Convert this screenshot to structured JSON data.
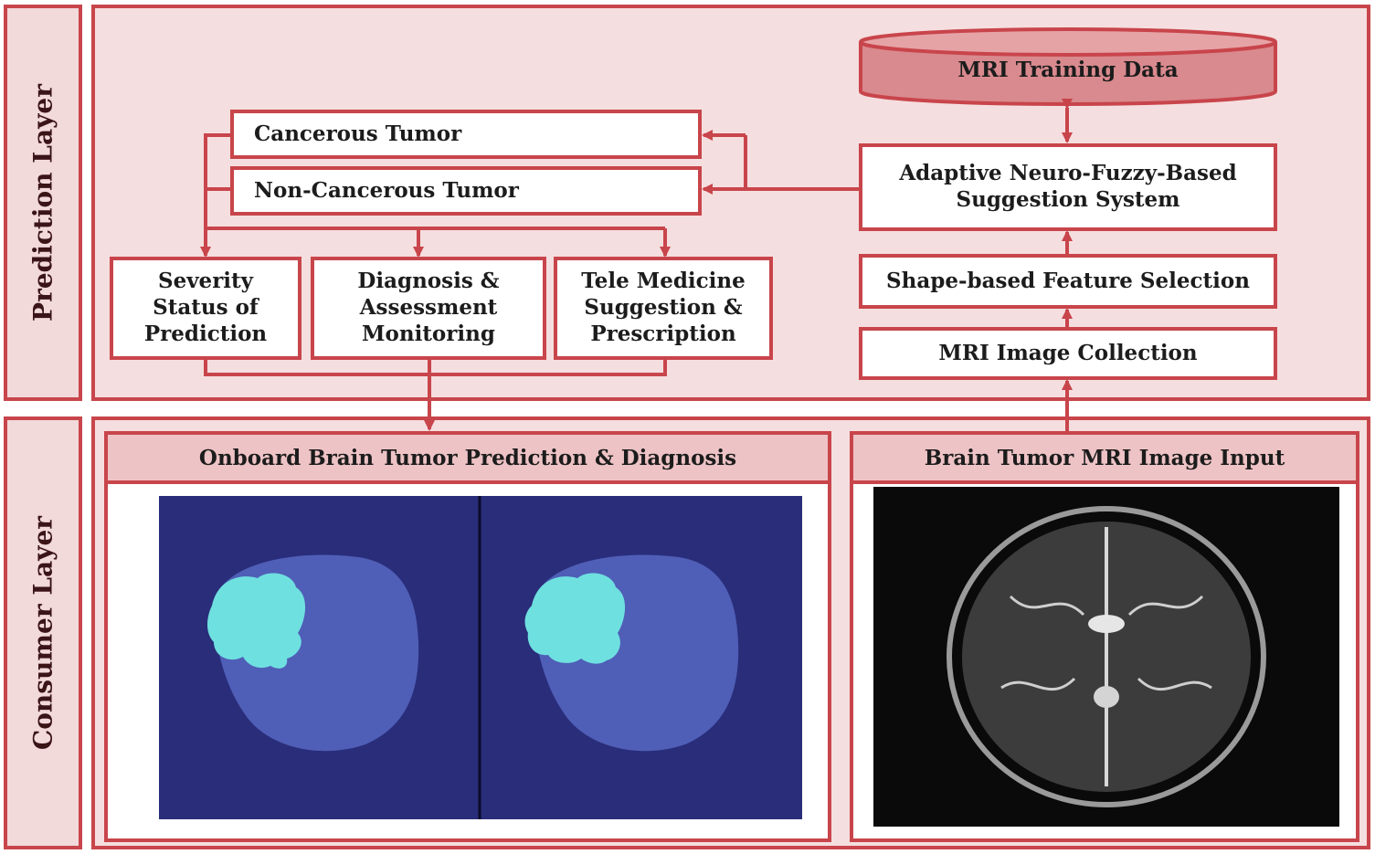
{
  "layers": {
    "prediction_label": "Prediction Layer",
    "consumer_label": "Consumer Layer"
  },
  "prediction": {
    "training_data": "MRI Training Data",
    "anfis_line1": "Adaptive Neuro-Fuzzy-Based",
    "anfis_line2": "Suggestion System",
    "feature_selection": "Shape-based Feature Selection",
    "image_collection": "MRI Image Collection",
    "cancerous": "Cancerous Tumor",
    "non_cancerous": "Non-Cancerous Tumor",
    "severity": [
      "Severity",
      "Status of",
      "Prediction"
    ],
    "diagnosis": [
      "Diagnosis &",
      "Assessment",
      "Monitoring"
    ],
    "telemedicine": [
      "Tele Medicine",
      "Suggestion &",
      "Prescription"
    ]
  },
  "consumer": {
    "onboard_title": "Onboard Brain Tumor Prediction & Diagnosis",
    "input_title": "Brain Tumor MRI Image Input"
  },
  "colors": {
    "border": "#c8454b",
    "panel_fill": "#f5dedf",
    "cylinder_fill": "#d98a8e",
    "scan_bg": "#292d7a",
    "brain_fill": "#4f5eb6",
    "tumor_fill": "#6fe0e0"
  }
}
